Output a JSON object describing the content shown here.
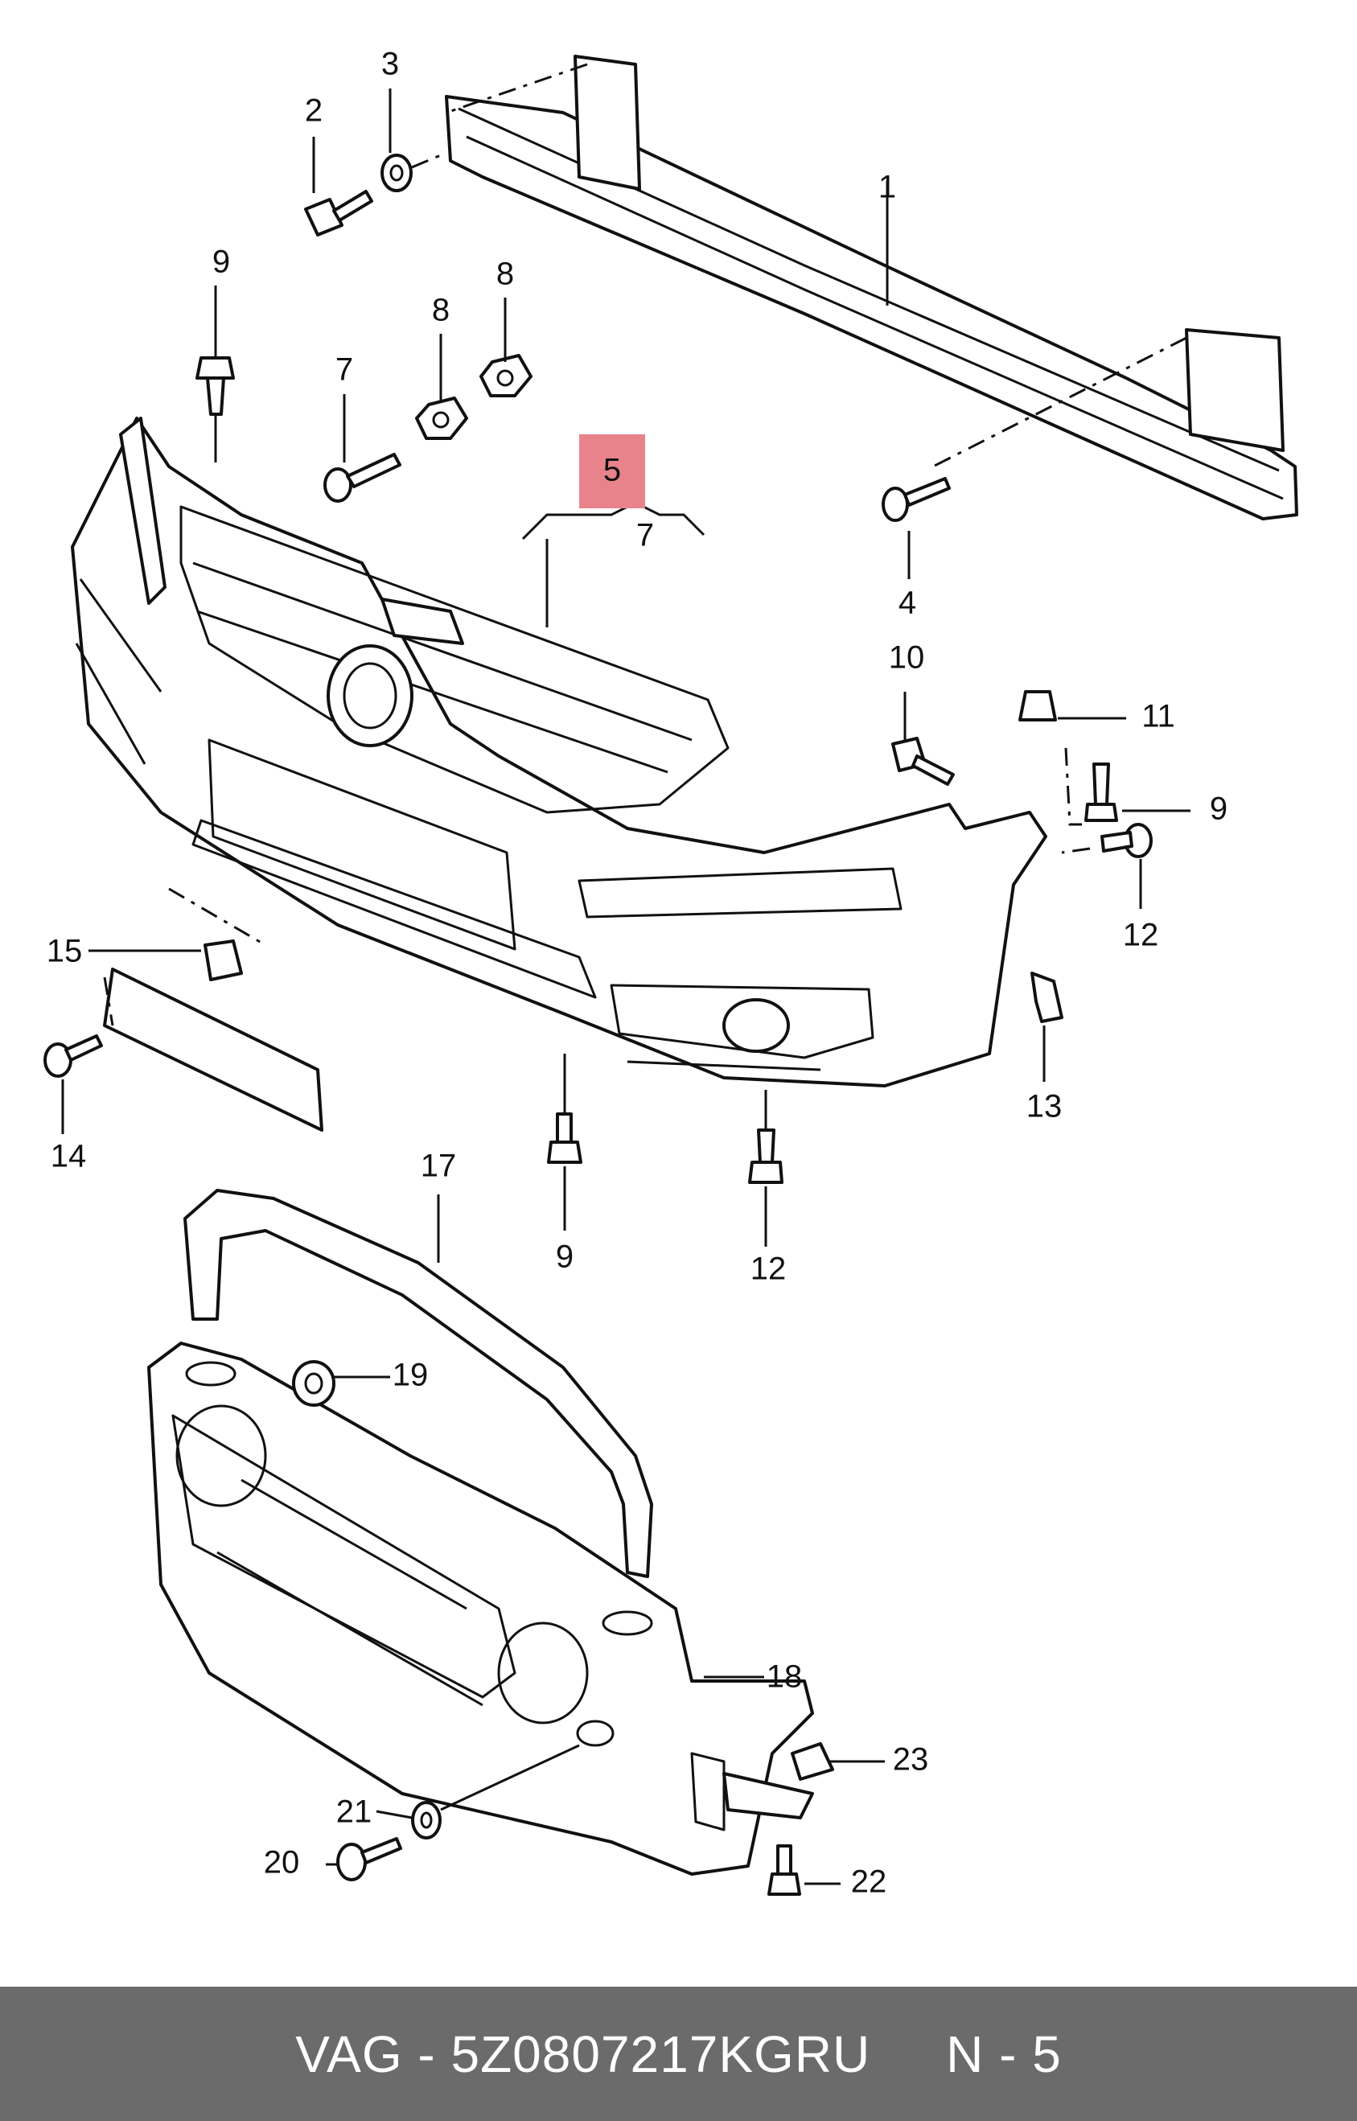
{
  "highlight_color": "#e8838b",
  "callouts": [
    {
      "id": "c1",
      "label": "1"
    },
    {
      "id": "c2",
      "label": "2"
    },
    {
      "id": "c3",
      "label": "3"
    },
    {
      "id": "c4",
      "label": "4"
    },
    {
      "id": "c5",
      "label": "5",
      "highlighted": true
    },
    {
      "id": "c7",
      "label": "7"
    },
    {
      "id": "c7b",
      "label": "7"
    },
    {
      "id": "c8a",
      "label": "8"
    },
    {
      "id": "c8b",
      "label": "8"
    },
    {
      "id": "c9a",
      "label": "9"
    },
    {
      "id": "c9b",
      "label": "9"
    },
    {
      "id": "c9c",
      "label": "9"
    },
    {
      "id": "c10",
      "label": "10"
    },
    {
      "id": "c11",
      "label": "11"
    },
    {
      "id": "c12a",
      "label": "12"
    },
    {
      "id": "c12b",
      "label": "12"
    },
    {
      "id": "c13",
      "label": "13"
    },
    {
      "id": "c14",
      "label": "14"
    },
    {
      "id": "c15",
      "label": "15"
    },
    {
      "id": "c17",
      "label": "17"
    },
    {
      "id": "c18",
      "label": "18"
    },
    {
      "id": "c19",
      "label": "19"
    },
    {
      "id": "c20",
      "label": "20"
    },
    {
      "id": "c21",
      "label": "21"
    },
    {
      "id": "c22",
      "label": "22"
    },
    {
      "id": "c23",
      "label": "23"
    }
  ],
  "footer": {
    "text": "VAG - 5Z0807217KGRU     N - 5"
  }
}
